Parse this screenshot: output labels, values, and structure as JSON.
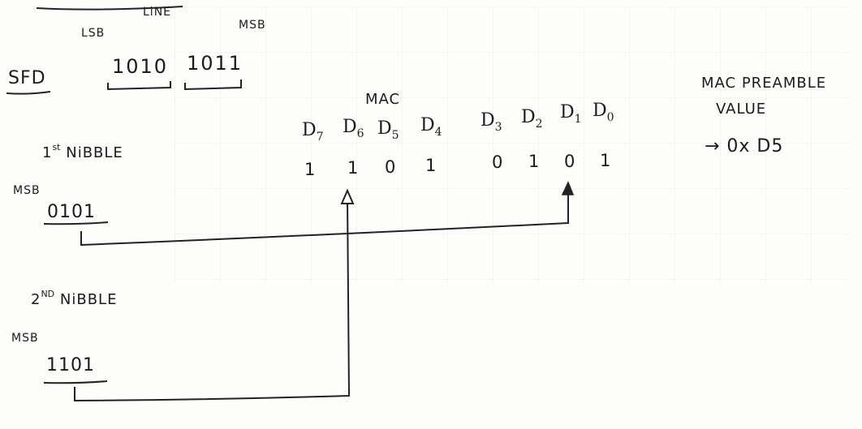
{
  "top_labels": {
    "line": "LiNE",
    "lsb": "LSB",
    "msb": "MSB"
  },
  "sfd": {
    "label": "SFD",
    "nibble_a": "1010",
    "nibble_b": "1011"
  },
  "first_nibble": {
    "ordinal": "1",
    "ordinal_suffix": "st",
    "label": "NiBBLE",
    "msb": "MSB",
    "bits": "0101"
  },
  "second_nibble": {
    "ordinal": "2",
    "ordinal_suffix": "ND",
    "label": "NiBBLE",
    "msb": "MSB",
    "bits": "1101"
  },
  "mac": {
    "title": "MAC",
    "headers": [
      {
        "letter": "D",
        "sub": "7"
      },
      {
        "letter": "D",
        "sub": "6"
      },
      {
        "letter": "D",
        "sub": "5"
      },
      {
        "letter": "D",
        "sub": "4"
      },
      {
        "letter": "D",
        "sub": "3"
      },
      {
        "letter": "D",
        "sub": "2"
      },
      {
        "letter": "D",
        "sub": "1"
      },
      {
        "letter": "D",
        "sub": "0"
      }
    ],
    "bits": [
      "1",
      "1",
      "0",
      "1",
      "0",
      "1",
      "0",
      "1"
    ]
  },
  "preamble": {
    "line1": "MAC PREAMBLE",
    "line2": "VALUE",
    "value": "→ 0x D5"
  }
}
